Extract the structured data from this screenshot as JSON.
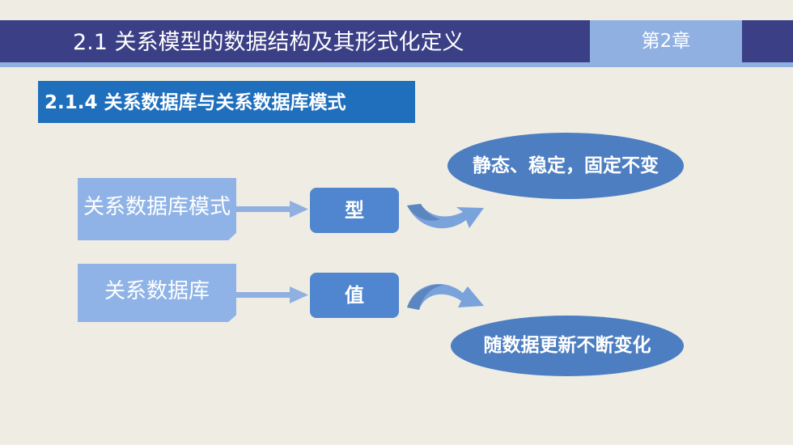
{
  "header": {
    "title": "2.1  关系模型的数据结构及其形式化定义",
    "chapter": "第2章"
  },
  "section": {
    "title": "2.1.4  关系数据库与关系数据库模式"
  },
  "diagram": {
    "schema_label": "关系数据库模式",
    "database_label": "关系数据库",
    "type_label": "型",
    "value_label": "值",
    "stable_text": "静态、稳定，固定不变",
    "change_text": "随数据更新不断变化"
  },
  "colors": {
    "background": "#efede3",
    "header_bar": "#3b3f86",
    "accent_light": "#8fb0e0",
    "section_banner": "#1f6fbd",
    "box_fill": "#4f86cf",
    "ellipse_fill": "#4d7ec1"
  }
}
